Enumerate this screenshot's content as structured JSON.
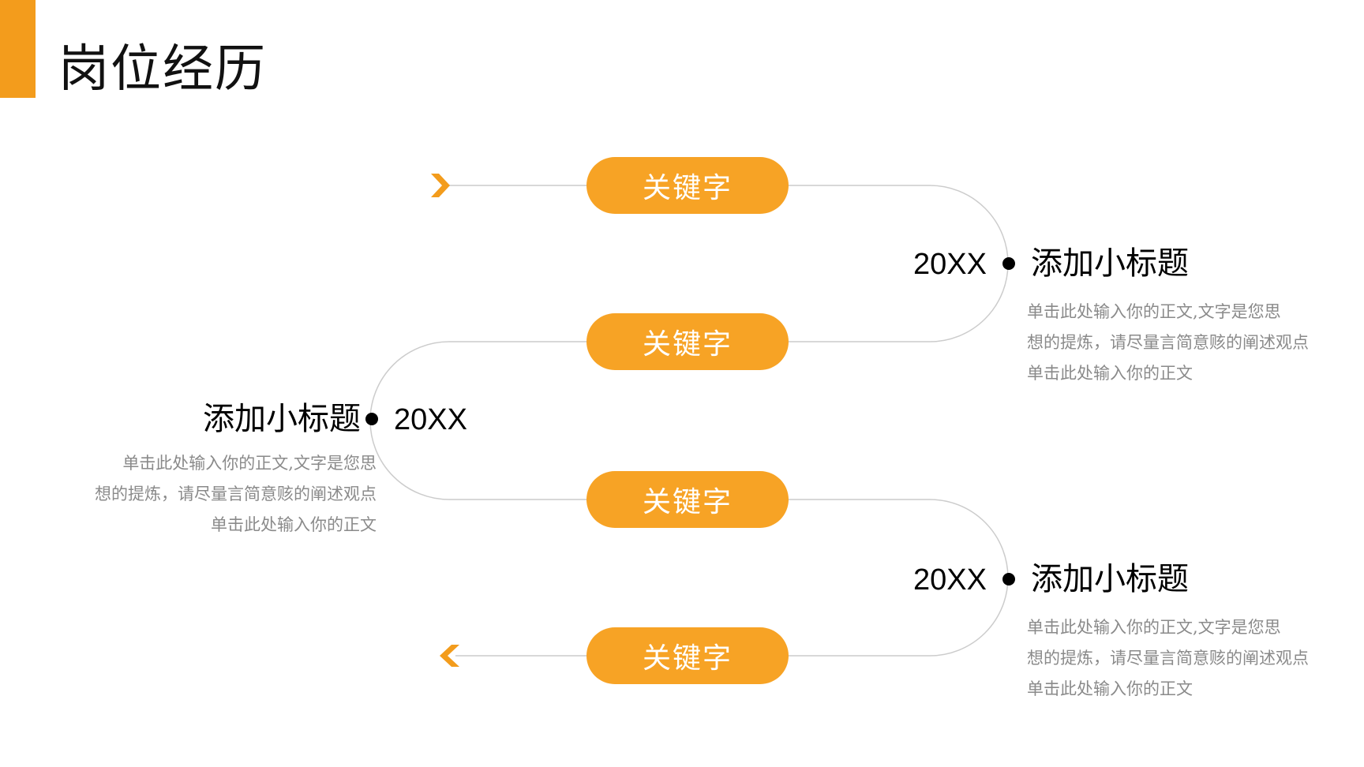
{
  "page": {
    "title": "岗位经历"
  },
  "colors": {
    "accent": "#F39C1C",
    "pill": "#F7A325",
    "line": "#cccccc",
    "desc_text": "#8a8a8a"
  },
  "icons": {
    "start": "chevron-right-icon",
    "end": "chevron-left-icon"
  },
  "keywords": [
    {
      "label": "关键字"
    },
    {
      "label": "关键字"
    },
    {
      "label": "关键字"
    },
    {
      "label": "关键字"
    }
  ],
  "milestones": [
    {
      "year": "20XX",
      "subtitle": "添加小标题",
      "desc": [
        "单击此处输入你的正文,文字是您思",
        "想的提炼，请尽量言简意赅的阐述观点",
        "单击此处输入你的正文"
      ]
    },
    {
      "year": "20XX",
      "subtitle": "添加小标题",
      "desc": [
        "单击此处输入你的正文,文字是您思",
        "想的提炼，请尽量言简意赅的阐述观点",
        "单击此处输入你的正文"
      ]
    },
    {
      "year": "20XX",
      "subtitle": "添加小标题",
      "desc": [
        "单击此处输入你的正文,文字是您思",
        "想的提炼，请尽量言简意赅的阐述观点",
        "单击此处输入你的正文"
      ]
    }
  ]
}
